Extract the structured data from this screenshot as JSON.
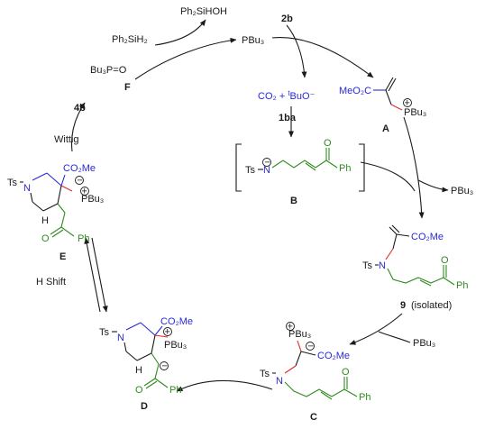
{
  "reagents": {
    "ph2sihoh": "Ph₂SiHOH",
    "ph2sih2": "Ph₂SiH₂",
    "pbu3_top": "PBu₃",
    "bu3po": "Bu₃P=O",
    "label_F": "F",
    "r_2b": "2b",
    "r_4b": "4b",
    "wittig": "Wittig",
    "co2_tbuo_a": "CO₂ + ",
    "co2_tbuo_t": "t",
    "co2_tbuo_b": "BuO",
    "co2_tbuo_minus": "⁻",
    "r_1ba": "1ba",
    "pbu3_release": "PBu₃",
    "pbu3_add": "PBu₃",
    "h_shift": "H Shift"
  },
  "A": {
    "meo2c": "MeO₂C",
    "pbu3": "PBu₃",
    "label": "A"
  },
  "B": {
    "ts": "Ts",
    "n": "N",
    "o": "O",
    "ph": "Ph",
    "label": "B"
  },
  "nine": {
    "co2me": "CO₂Me",
    "ts": "Ts",
    "n": "N",
    "o": "O",
    "ph": "Ph",
    "label": "9",
    "isolated": "(isolated)"
  },
  "C": {
    "pbu3": "PBu₃",
    "co2me": "CO₂Me",
    "ts": "Ts",
    "n": "N",
    "o": "O",
    "ph": "Ph",
    "label": "C"
  },
  "D": {
    "co2me": "CO₂Me",
    "pbu3": "PBu₃",
    "ts": "Ts",
    "n": "N",
    "h": "H",
    "o": "O",
    "ph": "Ph",
    "label": "D"
  },
  "E": {
    "co2me": "CO₂Me",
    "pbu3": "PBu₃",
    "ts": "Ts",
    "n": "N",
    "h": "H",
    "o": "O",
    "ph": "Ph",
    "label": "E"
  },
  "colors": {
    "blue": "#2a2ad6",
    "green": "#2e8b1e",
    "red": "#e0292c",
    "black": "#1a1a1a"
  }
}
